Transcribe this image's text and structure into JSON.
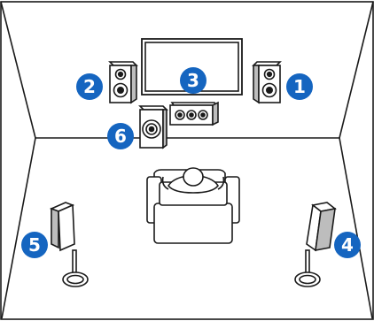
{
  "diagram": {
    "room": {
      "wall_color": "#ffffff",
      "line_color": "#1a1a1a"
    },
    "badge_color": "#1565c0",
    "badge_text_color": "#ffffff",
    "speaker_labels": {
      "front_right": "1",
      "front_left": "2",
      "center": "3",
      "surround_right": "4",
      "surround_left": "5",
      "subwoofer": "6"
    },
    "icons": [
      "tv-icon",
      "speaker-icon",
      "center-speaker-icon",
      "subwoofer-icon",
      "sofa-icon",
      "listener-icon",
      "surround-speaker-icon"
    ]
  }
}
